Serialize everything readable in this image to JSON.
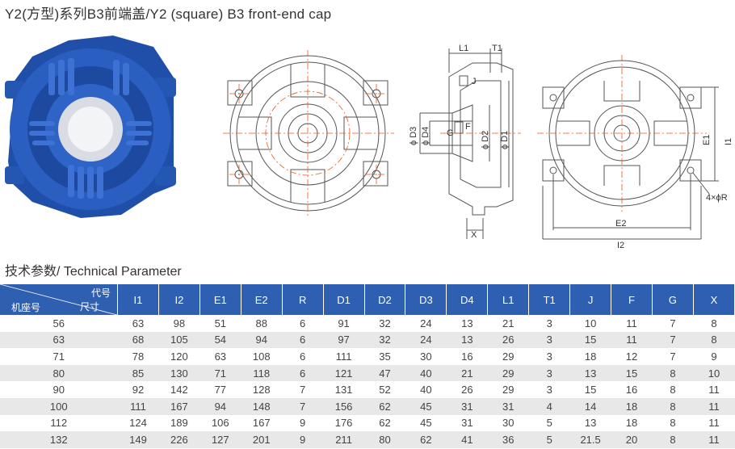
{
  "page": {
    "title": "Y2(方型)系列B3前端盖/Y2 (square) B3 front-end cap",
    "section_title": "技术参数/ Technical Parameter"
  },
  "drawing_labels": {
    "L1": "L1",
    "T1": "T1",
    "J": "J",
    "F": "F",
    "G": "G",
    "D3": "ϕ D3",
    "D4": "ϕ D4",
    "D2": "ϕ D2",
    "D1": "ϕ D1",
    "X": "X",
    "E1": "E1",
    "E2": "E2",
    "I2": "I2",
    "I1": "I1",
    "R": "4×ϕR"
  },
  "table": {
    "corner": {
      "top": "代号",
      "mid": "尺寸",
      "left": "机座号"
    },
    "columns": [
      "I1",
      "I2",
      "E1",
      "E2",
      "R",
      "D1",
      "D2",
      "D3",
      "D4",
      "L1",
      "T1",
      "J",
      "F",
      "G",
      "X"
    ],
    "rows": [
      [
        "56",
        "63",
        "98",
        "51",
        "88",
        "6",
        "91",
        "32",
        "24",
        "13",
        "21",
        "3",
        "10",
        "11",
        "7",
        "8"
      ],
      [
        "63",
        "68",
        "105",
        "54",
        "94",
        "6",
        "97",
        "32",
        "24",
        "13",
        "26",
        "3",
        "15",
        "11",
        "7",
        "8"
      ],
      [
        "71",
        "78",
        "120",
        "63",
        "108",
        "6",
        "111",
        "35",
        "30",
        "16",
        "29",
        "3",
        "18",
        "12",
        "7",
        "9"
      ],
      [
        "80",
        "85",
        "130",
        "71",
        "118",
        "6",
        "121",
        "47",
        "40",
        "21",
        "29",
        "3",
        "13",
        "15",
        "8",
        "10"
      ],
      [
        "90",
        "92",
        "142",
        "77",
        "128",
        "7",
        "131",
        "52",
        "40",
        "26",
        "29",
        "3",
        "15",
        "16",
        "8",
        "11"
      ],
      [
        "100",
        "111",
        "167",
        "94",
        "148",
        "7",
        "156",
        "62",
        "45",
        "31",
        "31",
        "4",
        "14",
        "18",
        "8",
        "11"
      ],
      [
        "112",
        "124",
        "189",
        "106",
        "167",
        "9",
        "176",
        "62",
        "45",
        "31",
        "30",
        "5",
        "13",
        "18",
        "8",
        "11"
      ],
      [
        "132",
        "149",
        "226",
        "127",
        "201",
        "9",
        "211",
        "80",
        "62",
        "41",
        "36",
        "5",
        "21.5",
        "20",
        "8",
        "11"
      ]
    ]
  },
  "colors": {
    "header_bg": "#2f5fb1",
    "cap_blue": "#1f4fa8",
    "centerline": "#e85a1a"
  }
}
